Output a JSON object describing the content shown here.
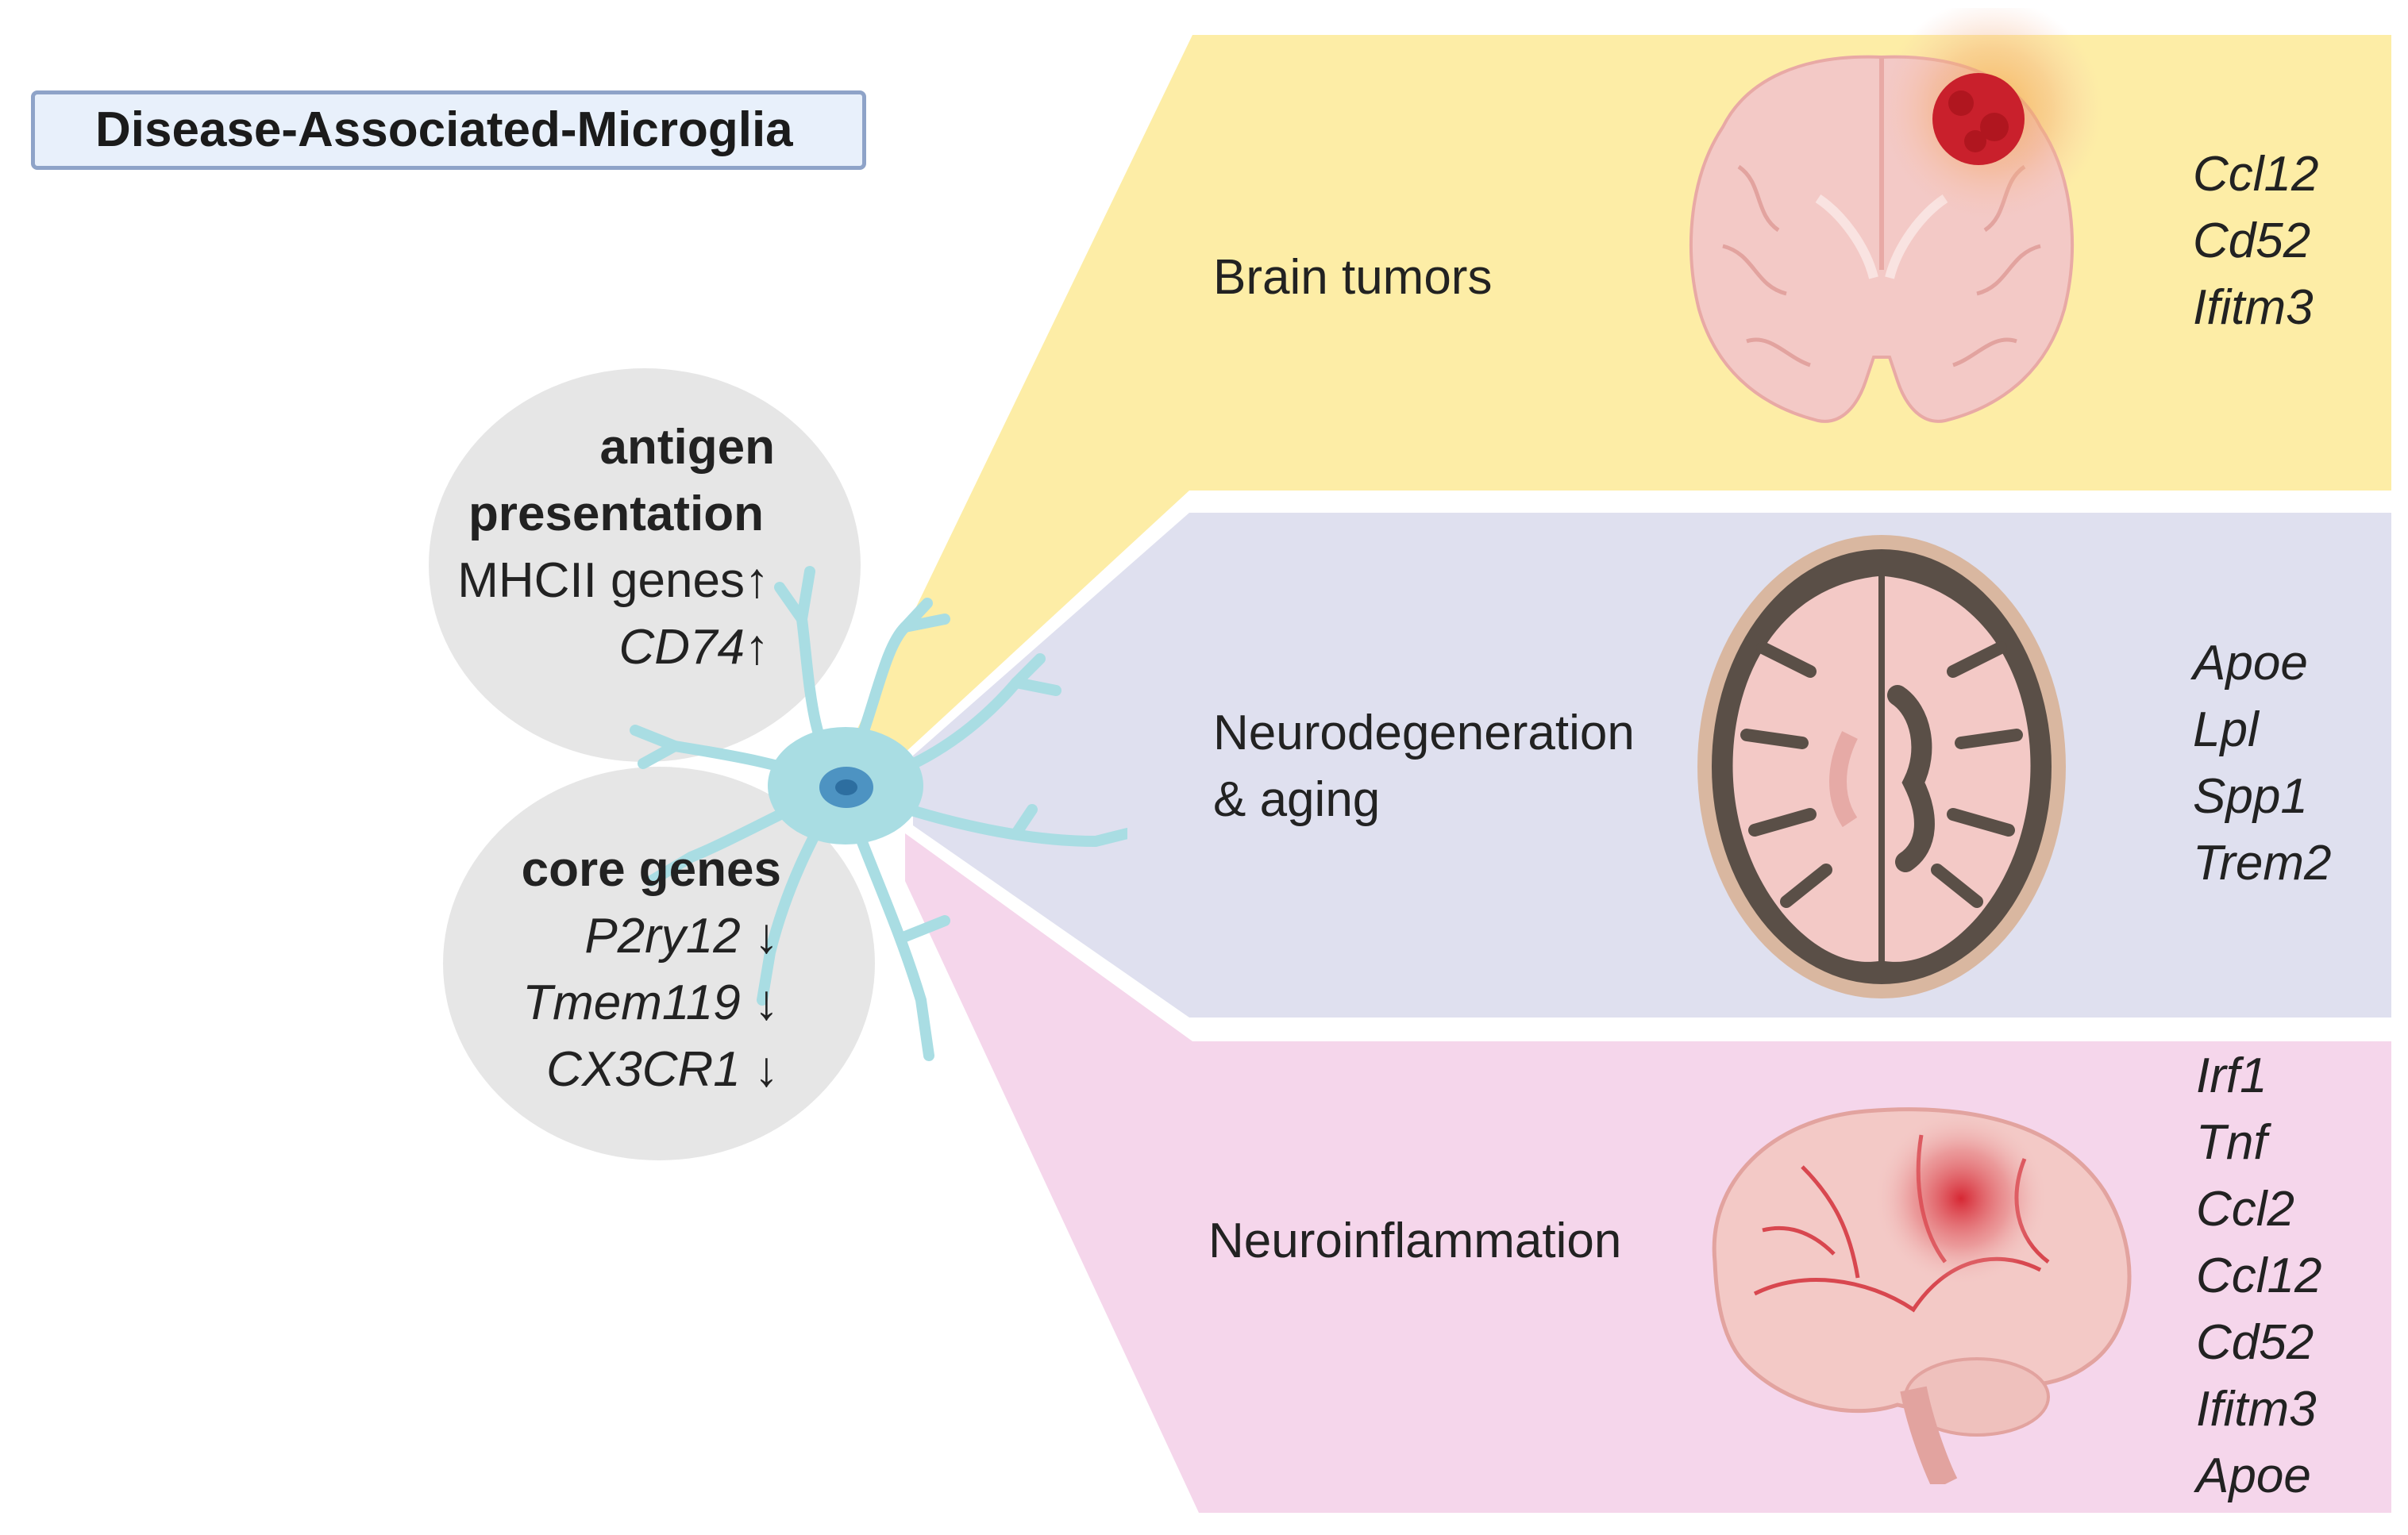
{
  "title": "Disease-Associated-Microglia",
  "clusters": {
    "upper": {
      "heading_line1": "antigen",
      "heading_line2": "presentation",
      "items": [
        {
          "gene": "MHCII genes",
          "italic": false,
          "arrow": "↑"
        },
        {
          "gene": "CD74",
          "italic": true,
          "arrow": "↑"
        }
      ]
    },
    "lower": {
      "heading": "core genes",
      "items": [
        {
          "gene": "P2ry12",
          "arrow": "↓"
        },
        {
          "gene": "Tmem119",
          "arrow": "↓"
        },
        {
          "gene": "CX3CR1",
          "arrow": "↓"
        }
      ]
    }
  },
  "panels": [
    {
      "label": "Brain tumors",
      "color": "#fdeda6",
      "genes": [
        "Ccl12",
        "Cd52",
        "Ifitm3"
      ]
    },
    {
      "label_line1": "Neurodegeneration",
      "label_line2": "& aging",
      "color": "#dfe0ef",
      "genes": [
        "Apoe",
        "Lpl",
        "Spp1",
        "Trem2"
      ]
    },
    {
      "label": "Neuroinflammation",
      "color": "#f5d6eb",
      "genes": [
        "Irf1",
        "Tnf",
        "Ccl2",
        "Ccl12",
        "Cd52",
        "Ifitm3",
        "Apoe"
      ]
    }
  ],
  "colors": {
    "cluster_fill": "#e6e6e6",
    "microglia": "#a9dde3",
    "microglia_nucleus": "#4d93c2",
    "tumor": "#c9202c",
    "brain_tissue": "#f3c9c6",
    "brain_dark": "#5a4f47"
  },
  "icons": [
    "microglia-cell-icon",
    "coronal-brain-tumor-icon",
    "axial-brain-atrophy-icon",
    "lateral-brain-inflammation-icon"
  ]
}
